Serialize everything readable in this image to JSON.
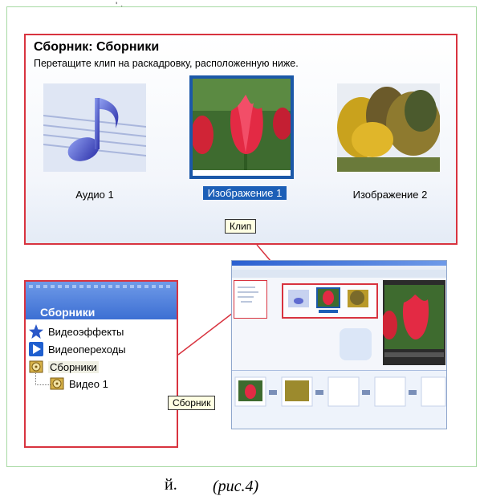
{
  "stray_mark": "' ·",
  "collection_panel": {
    "title": "Сборник: Сборники",
    "subtitle": "Перетащите клип на раскадровку, расположенную ниже.",
    "clips": [
      {
        "label": "Аудио 1",
        "icon": "music-note-icon"
      },
      {
        "label": "Изображение 1",
        "icon": "tulip-photo",
        "selected": true
      },
      {
        "label": "Изображение 2",
        "icon": "autumn-trees-photo"
      }
    ],
    "callout": "Клип"
  },
  "collections_panel": {
    "title": "Сборники",
    "items": [
      {
        "label": "Видеоэффекты",
        "icon": "star-icon"
      },
      {
        "label": "Видеопереходы",
        "icon": "play-icon"
      },
      {
        "label": "Сборники",
        "icon": "film-reel-icon"
      },
      {
        "label": "Видео 1",
        "icon": "film-reel-icon"
      }
    ],
    "callout": "Сборник"
  },
  "caption": {
    "left_fragment": "й.",
    "text": "(рис.4)"
  },
  "colors": {
    "highlight_border": "#d8333f",
    "selection_blue": "#1c5fb7",
    "frame_green": "#a7d9a3",
    "callout_bg": "#ffffe3"
  }
}
